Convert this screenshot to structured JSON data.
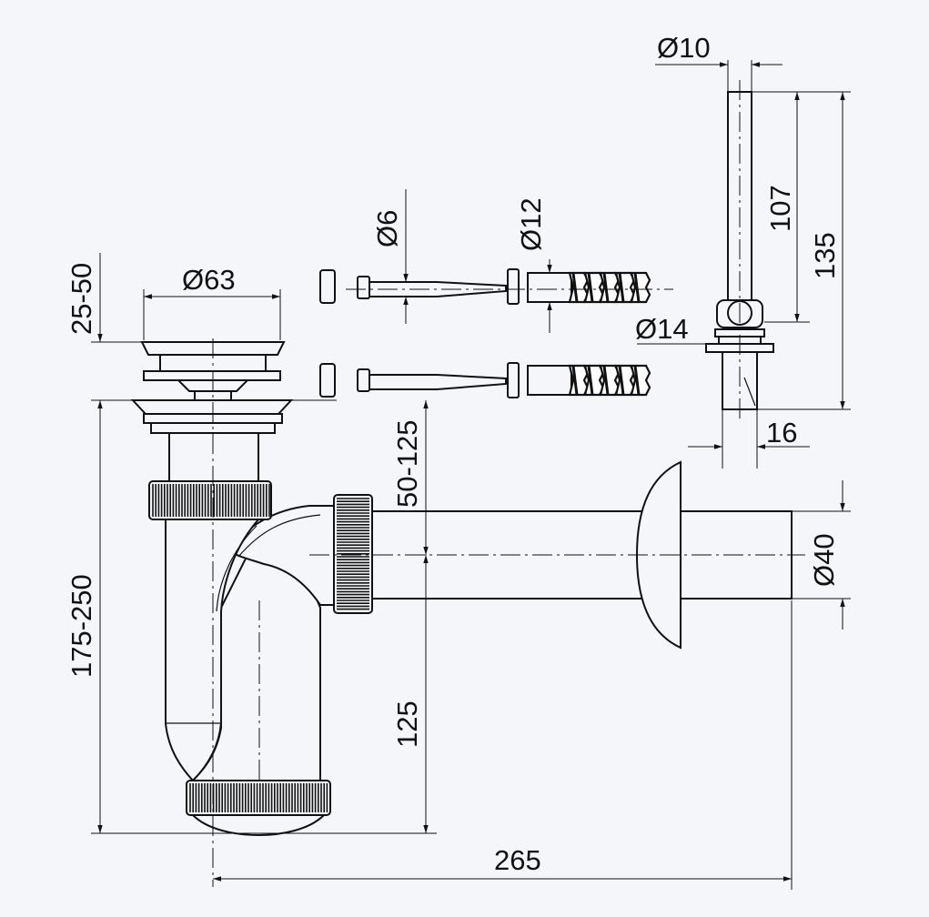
{
  "background_color": "#f4f6f9",
  "line_color": "#111111",
  "dimensions": {
    "d10": "Ø10",
    "d6": "Ø6",
    "d12": "Ø12",
    "d63": "Ø63",
    "d14": "Ø14",
    "d40": "Ø40",
    "h107": "107",
    "h135": "135",
    "w16": "16",
    "h25_50": "25-50",
    "h50_125": "50-125",
    "h175_250": "175-250",
    "h125": "125",
    "w265": "265"
  }
}
